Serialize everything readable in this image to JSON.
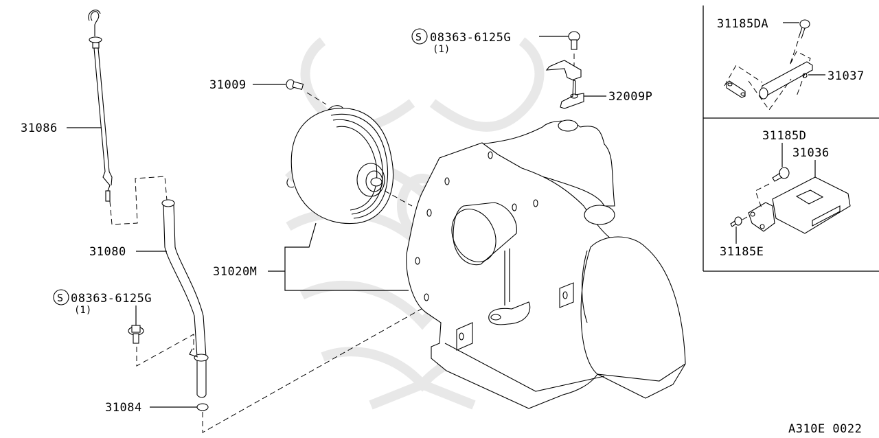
{
  "diagram": {
    "code": "A310E 0022",
    "colors": {
      "line": "#000000",
      "background": "#ffffff",
      "watermark": "#e8e8e8"
    },
    "parts": {
      "p31086": {
        "number": "31086",
        "name": "dipstick"
      },
      "p31080": {
        "number": "31080",
        "name": "dipstick-tube"
      },
      "p31084": {
        "number": "31084",
        "name": "o-ring"
      },
      "p31009": {
        "number": "31009",
        "name": "bolt"
      },
      "p31020M": {
        "number": "31020M",
        "name": "transmission-assembly"
      },
      "p32009P": {
        "number": "32009P",
        "name": "bracket"
      },
      "p31185DA": {
        "number": "31185DA",
        "name": "bolt"
      },
      "p31037": {
        "number": "31037",
        "name": "bracket"
      },
      "p31185D": {
        "number": "31185D",
        "name": "bolt"
      },
      "p31036": {
        "number": "31036",
        "name": "control-unit"
      },
      "p31185E": {
        "number": "31185E",
        "name": "bolt"
      }
    },
    "std_bolts": [
      {
        "symbol": "S",
        "number": "08363-6125G",
        "qty": "(1)"
      },
      {
        "symbol": "S",
        "number": "08363-6125G",
        "qty": "(1)"
      }
    ]
  }
}
